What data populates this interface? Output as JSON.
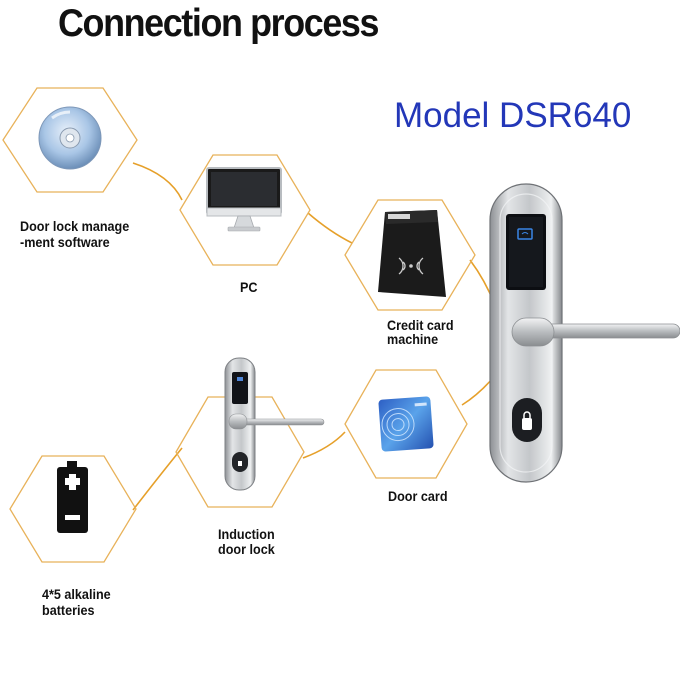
{
  "title": "Connection process",
  "model": "Model DSR640",
  "nodes": {
    "software": {
      "label_line1": "Door lock manage",
      "label_line2": "-ment software",
      "icon": "cd-disc-icon"
    },
    "pc": {
      "label": "PC",
      "icon": "computer-monitor-icon"
    },
    "card_machine": {
      "label_line1": "Credit card",
      "label_line2": "machine",
      "icon": "card-reader-icon"
    },
    "door_card": {
      "label": "Door card",
      "icon": "rfid-card-icon"
    },
    "induction_lock": {
      "label_line1": "Induction",
      "label_line2": "door lock",
      "icon": "door-lock-icon"
    },
    "batteries": {
      "label_line1": "4*5 alkaline",
      "label_line2": "batteries",
      "icon": "battery-icon"
    }
  },
  "colors": {
    "hex_border": "#e8b25a",
    "connector": "#e6a02a",
    "model_text": "#2337b8",
    "title_text": "#111111"
  }
}
